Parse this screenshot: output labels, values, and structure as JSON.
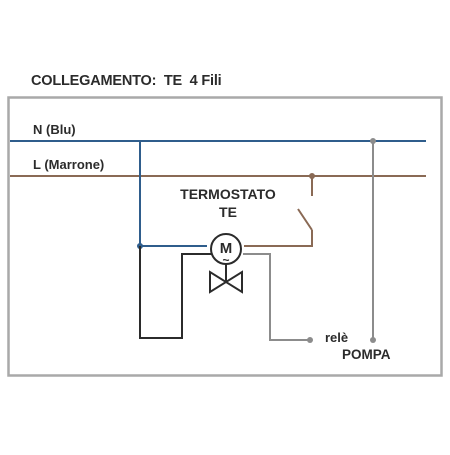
{
  "title": "COLLEGAMENTO:  TE  4 Fili",
  "lines": {
    "neutral_label": "N (Blu)",
    "live_label": "L (Marrone)"
  },
  "device": {
    "name_line1": "TERMOSTATO",
    "name_line2": "TE",
    "motor_letter": "M",
    "motor_symbol": "~"
  },
  "output": {
    "line1": "relè",
    "line2": "POMPA"
  },
  "colors": {
    "neutral_wire": "#2f5d8c",
    "live_wire": "#8a6a55",
    "control_wire": "#8c8c8c",
    "frame": "#a9a9a9",
    "device_line": "#2b2b2b"
  }
}
